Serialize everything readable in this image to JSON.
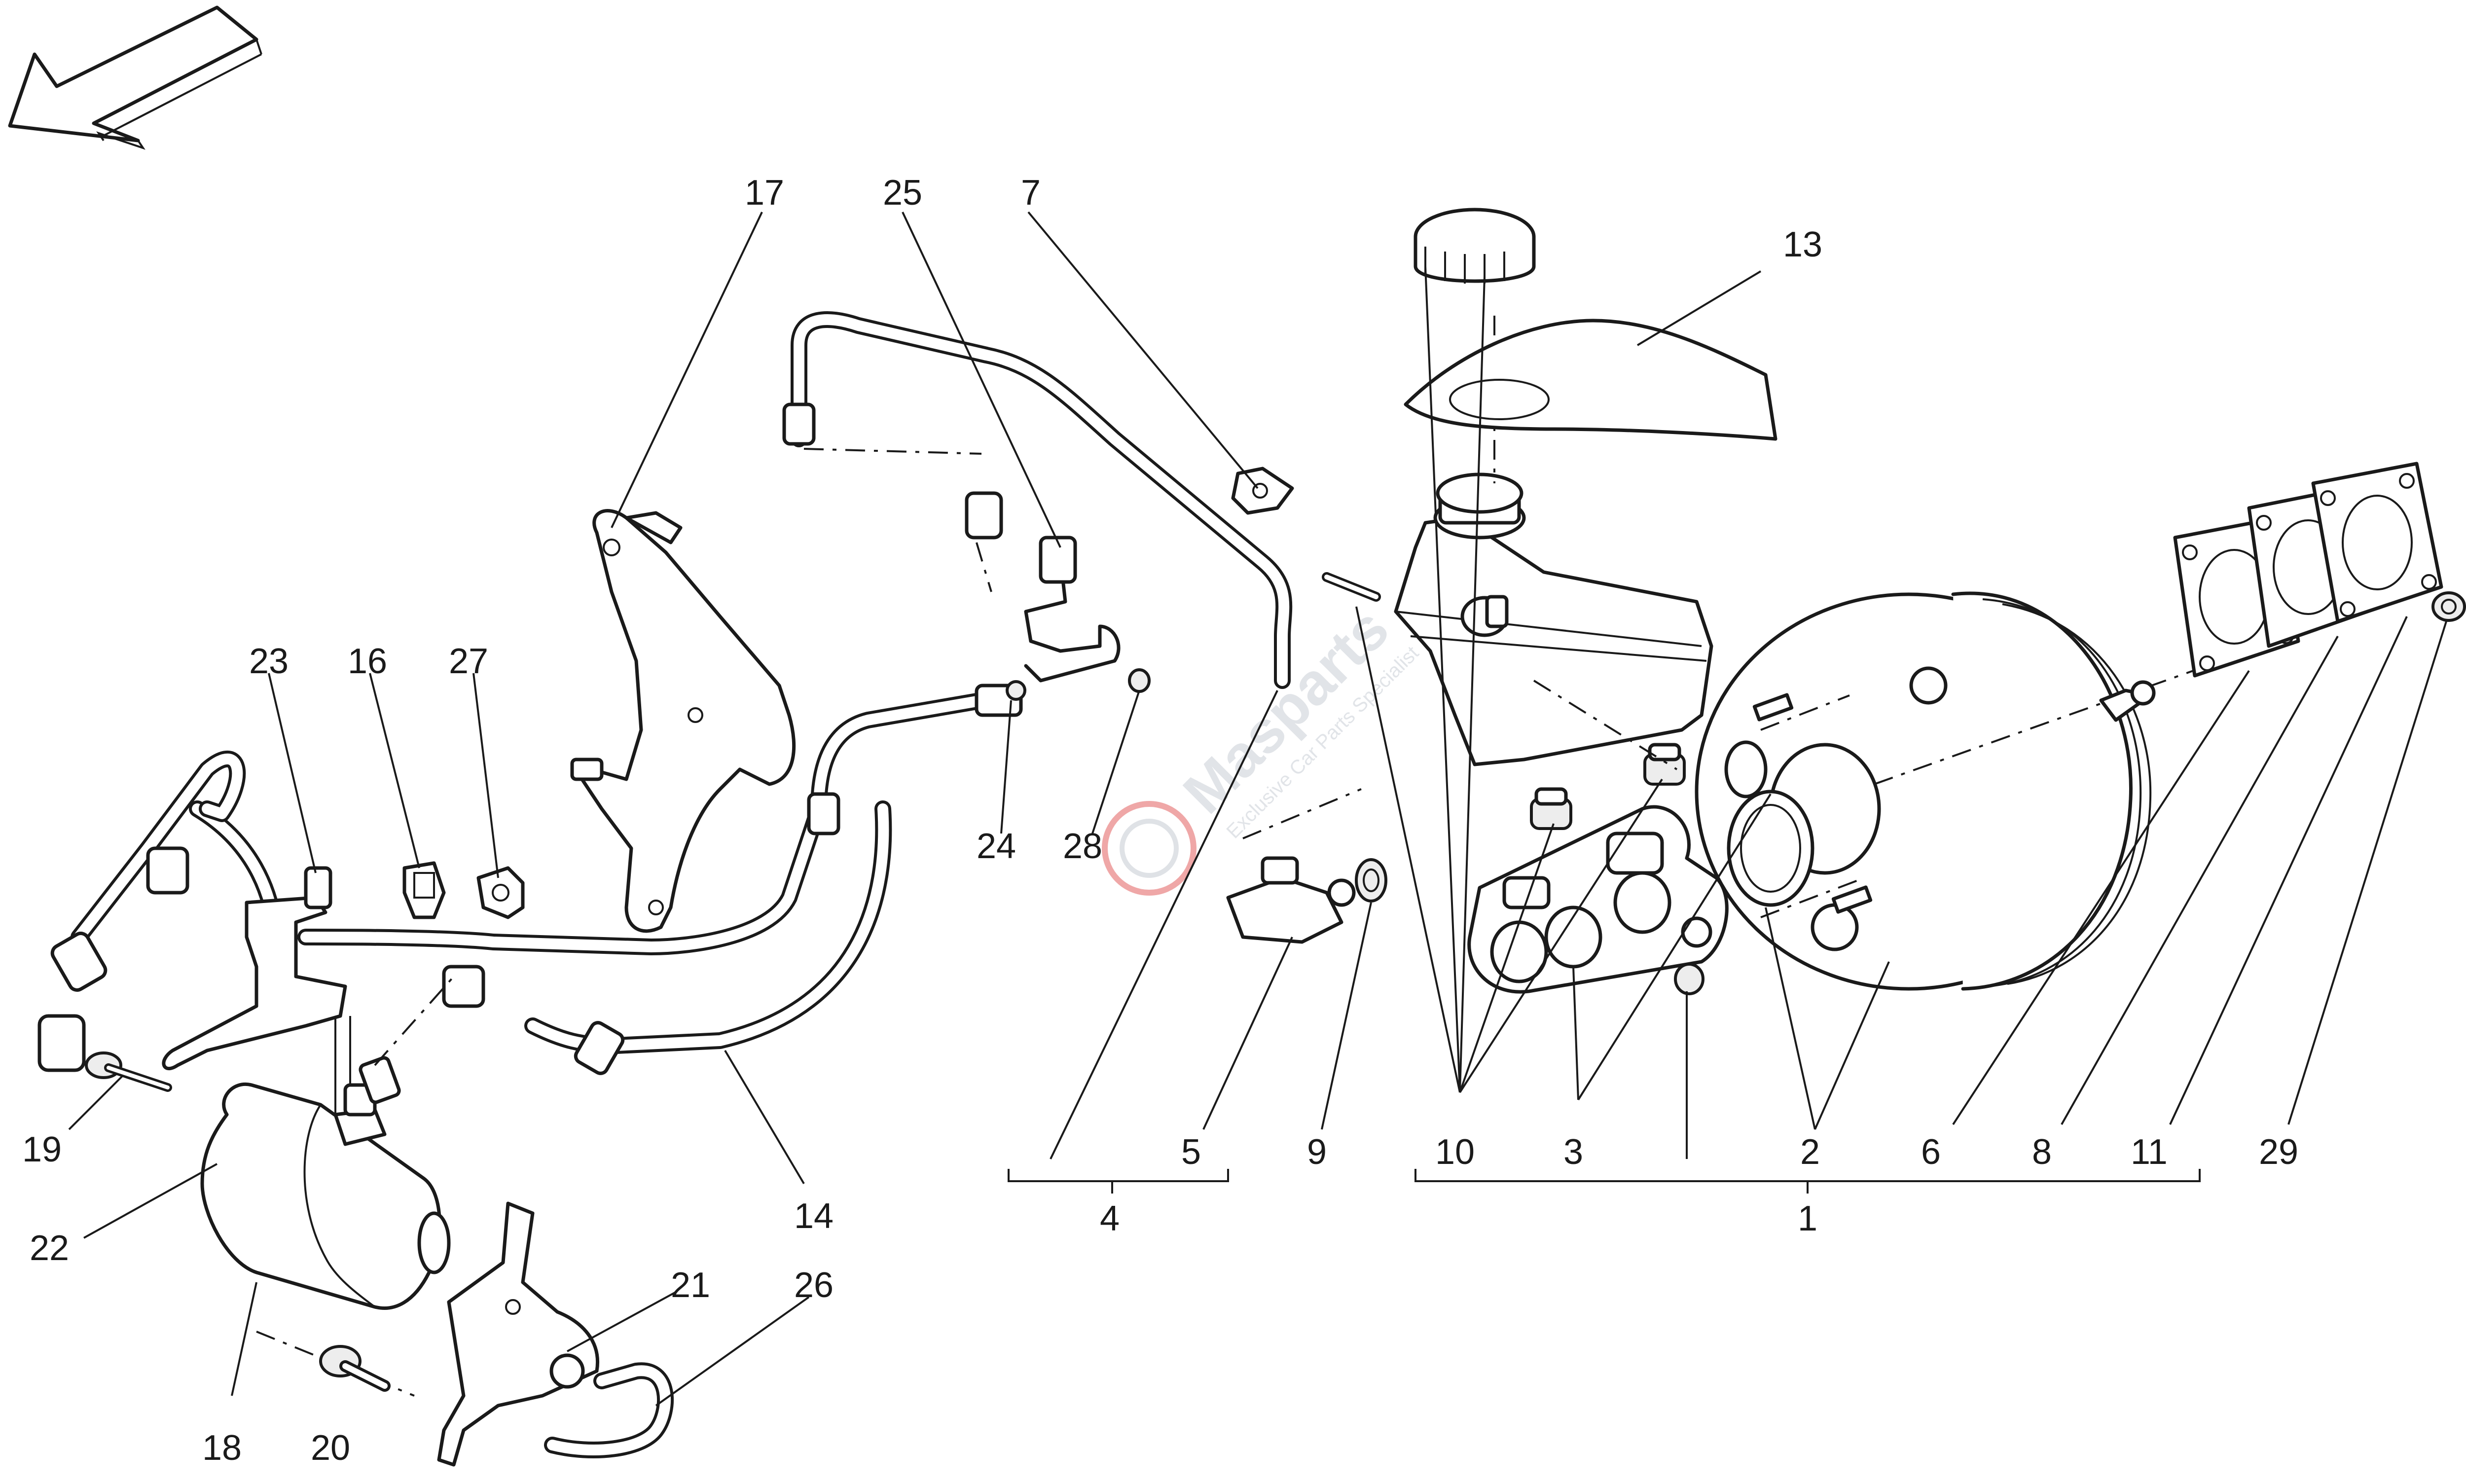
{
  "labels": {
    "l17": "17",
    "l25": "25",
    "l7": "7",
    "l13": "13",
    "l23": "23",
    "l16": "16",
    "l27": "27",
    "l24": "24",
    "l28": "28",
    "l19": "19",
    "l22": "22",
    "l14": "14",
    "l21": "21",
    "l26": "26",
    "l18": "18",
    "l20": "20",
    "l5": "5",
    "l4": "4",
    "l9": "9",
    "l10": "10",
    "l3": "3",
    "l2": "2",
    "l1": "1",
    "l6": "6",
    "l8": "8",
    "l11": "11",
    "l29": "29"
  },
  "watermark": {
    "brand": "Masparts",
    "tagline": "Exclusive Car Parts Specialist"
  },
  "colors": {
    "ink": "#1a1a1a",
    "watermark": "#c9ced6",
    "watermark_accent": "#e05050"
  },
  "icons": {
    "direction": "arrow-down-left-icon"
  }
}
